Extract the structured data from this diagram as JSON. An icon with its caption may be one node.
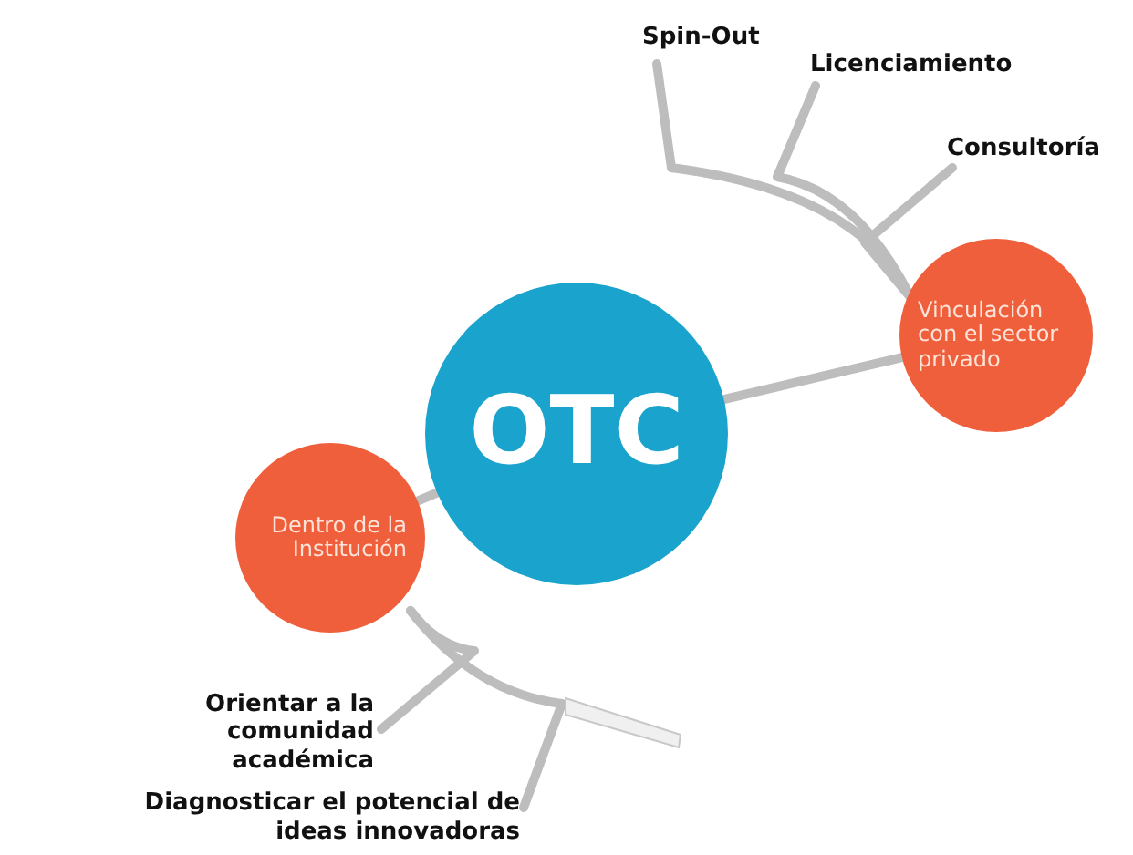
{
  "diagram": {
    "nodes": [
      {
        "text": [
          "OTC"
        ]
      },
      {
        "text": [
          "Vinculación con el sector privado"
        ]
      },
      {
        "text": [
          "Dentro de la Institución"
        ]
      },
      {
        "text": [
          "Spin-Out"
        ]
      },
      {
        "text": [
          "Licenciamiento"
        ]
      },
      {
        "text": [
          "Consultoría"
        ]
      },
      {
        "text": [
          "Orientar a la comunidad académica"
        ]
      },
      {
        "text": [
          "Diagnosticar el potencial de ideas innovadoras"
        ]
      }
    ],
    "edges": [
      {
        "from": 0,
        "to": 1,
        "arrow": "none"
      },
      {
        "from": 0,
        "to": 2,
        "arrow": "none"
      },
      {
        "from": 1,
        "to": 3,
        "arrow": "none"
      },
      {
        "from": 1,
        "to": 4,
        "arrow": "none"
      },
      {
        "from": 1,
        "to": 5,
        "arrow": "none"
      },
      {
        "from": 2,
        "to": 6,
        "arrow": "none"
      },
      {
        "from": 2,
        "to": 7,
        "arrow": "none"
      }
    ]
  }
}
